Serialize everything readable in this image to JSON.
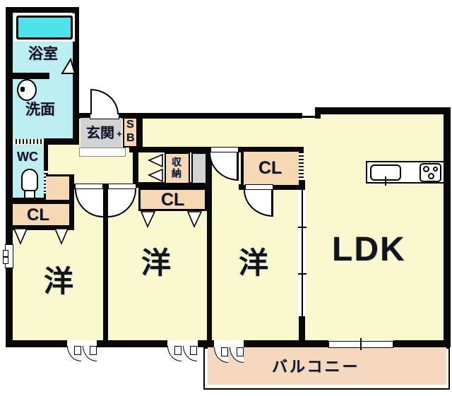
{
  "title": "3LDK apartment floor plan",
  "colors": {
    "floor_yellow": "#FAF8CF",
    "water_cyan": "#BDEEF1",
    "tub_cyan": "#4EE2EB",
    "closet_tan": "#F7D8B5",
    "entry_gray": "#D3D3D3",
    "balcony_tan": "#F5D8BD",
    "wall_black": "#080808",
    "label_color": "#141414",
    "label_shadow": "#7FA8FF"
  },
  "rooms": {
    "bathroom": {
      "label": "浴室"
    },
    "washroom": {
      "label": "洗面"
    },
    "wc": {
      "label": "WC"
    },
    "entrance": {
      "label": "玄関",
      "plus": "+"
    },
    "shoe_box": {
      "line1": "S",
      "line2": "B"
    },
    "storage": {
      "label": "収納"
    },
    "closet1": {
      "label": "CL"
    },
    "closet2": {
      "label": "CL"
    },
    "closet3": {
      "label": "CL"
    },
    "bedroom1": {
      "label": "洋"
    },
    "bedroom2": {
      "label": "洋"
    },
    "bedroom3": {
      "label": "洋"
    },
    "ldk": {
      "label": "LDK"
    },
    "balcony": {
      "label": "バルコニー"
    }
  }
}
